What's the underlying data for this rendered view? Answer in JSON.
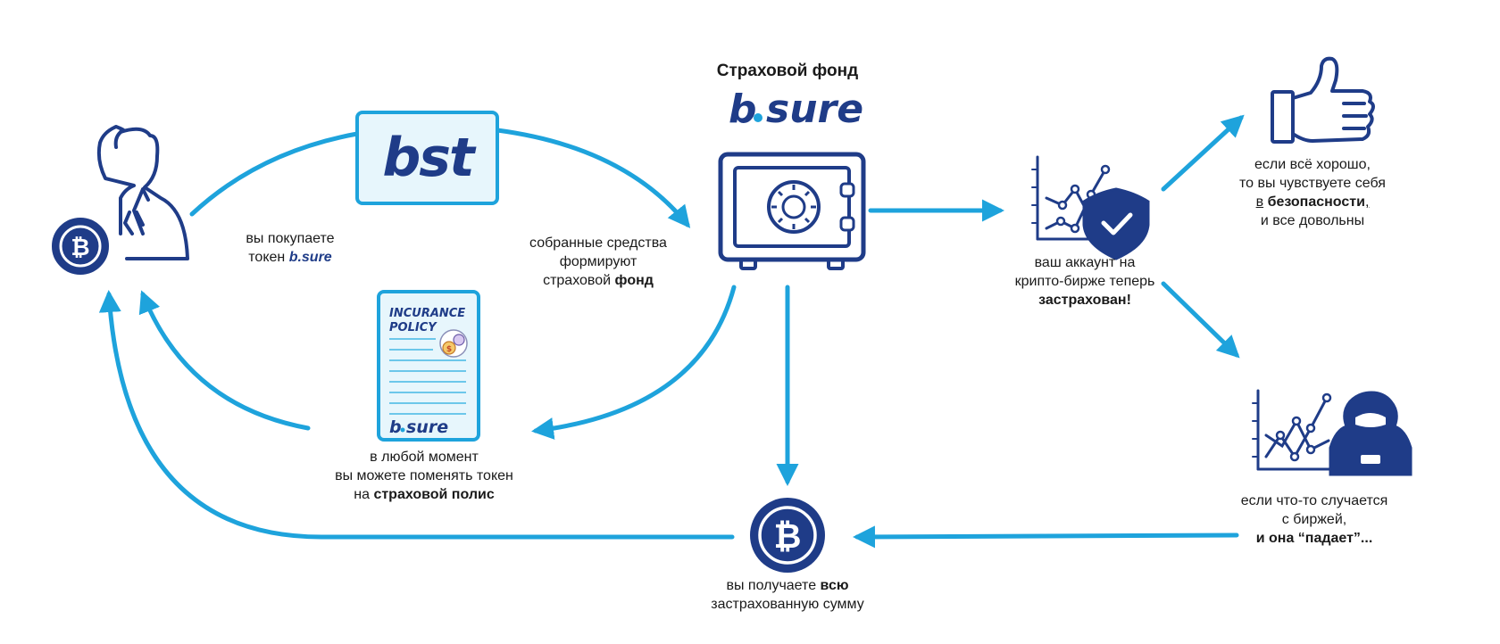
{
  "fund": {
    "title": "Страховой фонд",
    "logo_b": "b",
    "logo_sure": "sure"
  },
  "token_card": {
    "text": "bst"
  },
  "policy": {
    "title_line1": "INCURANCE",
    "title_line2": "POLICY",
    "logo_b": "b",
    "logo_sure": "sure",
    "coin_symbol": "$"
  },
  "labels": {
    "buy": {
      "line1": "вы покупаете",
      "line2_pre": "токен ",
      "line2_brand": "b.sure"
    },
    "collected": {
      "line1": "собранные средства",
      "line2": "формируют",
      "line3_pre": "страховой ",
      "line3_bold": "фонд"
    },
    "exchange": {
      "line1": "в любой момент",
      "line2": "вы можете поменять токен",
      "line3_pre": "на ",
      "line3_bold": "страховой полис"
    },
    "insured": {
      "line1": "ваш аккаунт на",
      "line2": "крипто-бирже теперь",
      "line3_bold": "застрахован!"
    },
    "good": {
      "line1": "если всё хорошо,",
      "line2": "то вы чувствуете себя",
      "line3_u": "в",
      "line3_bold": "безопасности",
      "line3_comma": ",",
      "line4": "и все довольны"
    },
    "bad": {
      "line1": "если что-то случается",
      "line2": "с биржей,",
      "line3_bold": "и она “падает”..."
    },
    "receive": {
      "line1_pre": "вы получаете ",
      "line1_bold": "всю",
      "line2": "застрахованную сумму"
    }
  },
  "icons": {
    "user": "user-with-bitcoin-icon",
    "safe": "safe-icon",
    "chart_shield": "chart-with-shield-icon",
    "thumbs_up": "thumbs-up-icon",
    "hacker": "chart-with-hacker-icon",
    "bitcoin": "bitcoin-coin-icon",
    "bitcoin_symbol": "₿"
  },
  "colors": {
    "navy": "#1f3c88",
    "cyan": "#1ea3dc",
    "light": "#e7f6fc"
  }
}
